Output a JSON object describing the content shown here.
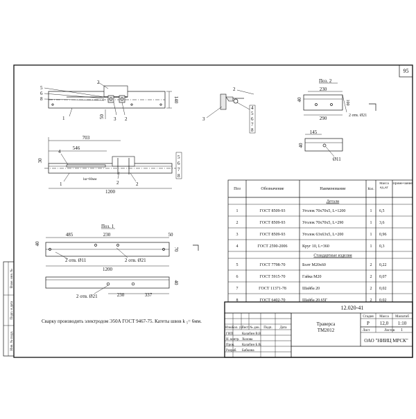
{
  "sheet_number": "95",
  "views": {
    "pos2_title": "Поз. 2",
    "pos1_title": "Поз. 1"
  },
  "dims": {
    "d140": "140",
    "d50": "50",
    "d703": "703",
    "d546": "546",
    "d30": "30",
    "d1200a": "1200",
    "lw": "lш=60мм",
    "d485": "485",
    "d230a": "230",
    "d50b": "50",
    "d40a": "40",
    "d70a": "70",
    "d1200b": "1200",
    "holes11": "2 отв. Ø11",
    "holes21a": "2 отв. Ø21",
    "holes21b": "2 отв. Ø21",
    "d230b": "230",
    "d337": "337",
    "d40b": "40",
    "p2_230": "230",
    "p2_40": "40",
    "p2_290": "290",
    "p2_100": "100",
    "p2_holes": "2 отв. Ø21",
    "p2_145": "145",
    "p2_40b": "40",
    "p2_d11": "Ø11"
  },
  "callouts": {
    "c1": "1",
    "c2": "2",
    "c3": "3",
    "c4": "4",
    "c5": "5",
    "c6": "6",
    "c7": "7",
    "c8": "8"
  },
  "note": "Сварку производить электродом Э50А ГОСТ 9467-75.  Катеты швов k ₅= 6мм.",
  "spec": {
    "headers": {
      "pos": "Поз",
      "designation": "Обозначение",
      "name": "Наименование",
      "qty": "Кол.",
      "mass": "Масса ед.,кг",
      "note": "Приме-чание"
    },
    "section_parts": "Детали",
    "section_std": "Стандартные изделия",
    "rows": [
      {
        "pos": "1",
        "designation": "ГОСТ 8509-93",
        "name": "Уголок 70х70х5, L=1200",
        "qty": "1",
        "mass": "6,5"
      },
      {
        "pos": "2",
        "designation": "ГОСТ 8509-93",
        "name": "Уголок 70х70х5, L=290",
        "qty": "1",
        "mass": "3,6"
      },
      {
        "pos": "3",
        "designation": "ГОСТ 8509-93",
        "name": "Уголок 63х63х5, L=200",
        "qty": "1",
        "mass": "0,96"
      },
      {
        "pos": "4",
        "designation": "ГОСТ 2590-2006",
        "name": "Круг 10, L=360",
        "qty": "1",
        "mass": "0,3"
      },
      {
        "pos": "5",
        "designation": "ГОСТ 7798-70",
        "name": "Болт М20х60",
        "qty": "2",
        "mass": "0,22"
      },
      {
        "pos": "6",
        "designation": "ГОСТ 5915-70",
        "name": "Гайка М20",
        "qty": "2",
        "mass": "0,07"
      },
      {
        "pos": "7",
        "designation": "ГОСТ 11371-78",
        "name": "Шайба 20",
        "qty": "2",
        "mass": "0,02"
      },
      {
        "pos": "8",
        "designation": "ГОСТ 6402-70",
        "name": "Шайба 20.65Г",
        "qty": "2",
        "mass": "0,02"
      }
    ]
  },
  "title_block": {
    "code": "12.020-41",
    "title1": "Траверса",
    "title2": "ТМ2012",
    "stage_h": "Стадия",
    "mass_h": "Масса",
    "scale_h": "Масштаб",
    "stage": "Р",
    "mass": "12,0",
    "scale": "1:10",
    "sheet_h": "Лист",
    "sheets_h": "Листов",
    "sheets": "1",
    "org": "ОАО \"НИИЦ МРСК\"",
    "cols": [
      "Изм.",
      "Кол. уч",
      "Лист",
      "№ док.",
      "Подп.",
      "Дата"
    ],
    "roles": [
      {
        "role": "ГИП",
        "name": "Калабин В.В"
      },
      {
        "role": "Н. контр.",
        "name": "Холова"
      },
      {
        "role": "Пров.",
        "name": "Калабин Б.В."
      },
      {
        "role": "Разраб.",
        "name": "Бабкина"
      }
    ]
  },
  "side_stamp": [
    "Взам. инв. №",
    "Подп. и дата",
    "Инв. № подл."
  ]
}
